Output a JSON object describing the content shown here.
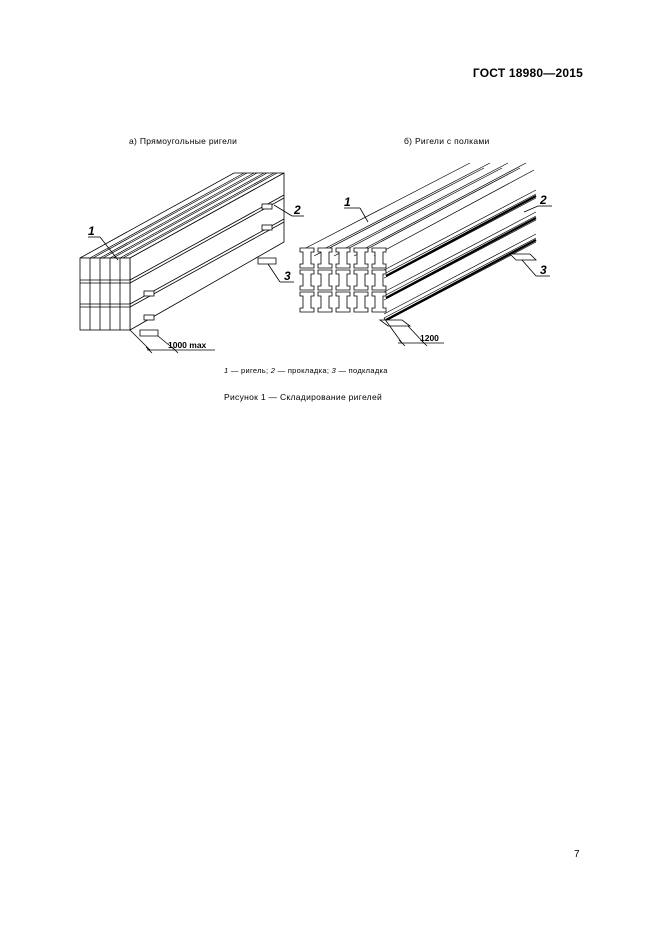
{
  "header": {
    "code": "ГОСТ 18980—2015"
  },
  "figure": {
    "caption_a": "а)  Прямоугольные ригели",
    "caption_b": "б)  Ригели с полками",
    "callouts_a": [
      "1",
      "2",
      "3"
    ],
    "callouts_b": [
      "1",
      "2",
      "3"
    ],
    "dim_a": "1000 max",
    "dim_b": "1200",
    "legend": {
      "n1": "1",
      "t1": " — ригель; ",
      "n2": "2",
      "t2": " — прокладка; ",
      "n3": "3",
      "t3": " —  подкладка"
    },
    "title": "Рисунок  1 — Складирование ригелей"
  },
  "page": {
    "number": "7"
  }
}
